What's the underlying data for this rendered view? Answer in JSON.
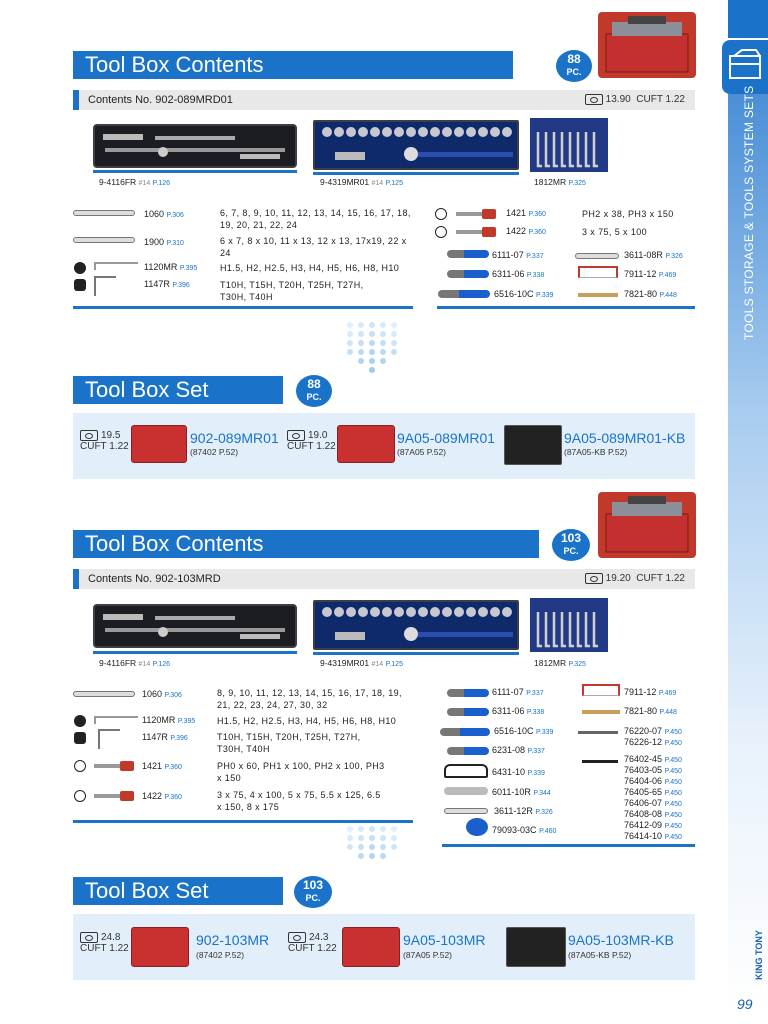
{
  "sidebar": {
    "text": "TOOLS STORAGE & TOOLS SYSTEM SETS",
    "brand": "KING TONY",
    "page": "99"
  },
  "sec1": {
    "title": "Tool Box Contents",
    "badge_num": "88",
    "badge_unit": "PC.",
    "contents_no": "Contents No. 902-089MRD01",
    "weight": "13.90",
    "cuft": "CUFT 1.22",
    "trays": [
      {
        "code": "9-4116FR",
        "n": "#14",
        "p": "P.126"
      },
      {
        "code": "9-4319MR01",
        "n": "#14",
        "p": "P.125"
      },
      {
        "code": "1812MR",
        "p": "P.325"
      }
    ],
    "left": [
      {
        "code": "1060",
        "p": "P.306",
        "spec": "6, 7, 8, 9, 10, 11, 12, 13, 14, 15, 16, 17, 18, 19, 20, 21, 22, 24"
      },
      {
        "code": "1900",
        "p": "P.310",
        "spec": "6 x 7, 8 x 10, 11 x 13, 12 x 13, 17x19, 22 x 24"
      },
      {
        "code": "1120MR",
        "p": "P.395",
        "spec": "H1.5, H2, H2.5, H3, H4, H5, H6, H8, H10"
      },
      {
        "code": "1147R",
        "p": "P.396",
        "spec": "T10H, T15H, T20H, T25H, T27H, T30H, T40H"
      }
    ],
    "right": [
      {
        "code": "1421",
        "p": "P.360",
        "spec": "PH2 x 38, PH3 x 150"
      },
      {
        "code": "1422",
        "p": "P.360",
        "spec": "3 x 75, 5 x 100"
      },
      {
        "code": "6111-07",
        "p": "P.337"
      },
      {
        "code": "6311-06",
        "p": "P.338"
      },
      {
        "code": "6516-10C",
        "p": "P.339"
      },
      {
        "code": "3611-08R",
        "p": "P.326"
      },
      {
        "code": "7911-12",
        "p": "P.469"
      },
      {
        "code": "7821-80",
        "p": "P.448"
      }
    ]
  },
  "set1": {
    "title": "Tool Box Set",
    "badge_num": "88",
    "badge_unit": "PC.",
    "items": [
      {
        "weight": "19.5",
        "cuft": "CUFT 1.22",
        "name": "902-089MR01",
        "ref": "(87402",
        "p": "P.52)"
      },
      {
        "weight": "19.0",
        "cuft": "CUFT 1.22",
        "name": "9A05-089MR01",
        "ref": "(87A05",
        "p": "P.52)"
      },
      {
        "name": "9A05-089MR01-KB",
        "ref": "(87A05-KB",
        "p": "P.52)"
      }
    ]
  },
  "sec2": {
    "title": "Tool Box Contents",
    "badge_num": "103",
    "badge_unit": "PC.",
    "contents_no": "Contents No. 902-103MRD",
    "weight": "19.20",
    "cuft": "CUFT 1.22",
    "trays": [
      {
        "code": "9-4116FR",
        "n": "#14",
        "p": "P.126"
      },
      {
        "code": "9-4319MR01",
        "n": "#14",
        "p": "P.125"
      },
      {
        "code": "1812MR",
        "p": "P.325"
      }
    ],
    "left": [
      {
        "code": "1060",
        "p": "P.306",
        "spec": "8, 9, 10, 11, 12, 13, 14, 15, 16, 17, 18, 19, 21, 22, 23, 24, 27, 30, 32"
      },
      {
        "code": "1120MR",
        "p": "P.395",
        "spec": "H1.5, H2, H2.5, H3, H4, H5, H6, H8, H10"
      },
      {
        "code": "1147R",
        "p": "P.396",
        "spec": "T10H, T15H, T20H, T25H, T27H, T30H, T40H"
      },
      {
        "code": "1421",
        "p": "P.360",
        "spec": "PH0 x 60, PH1 x 100, PH2 x 100, PH3 x 150"
      },
      {
        "code": "1422",
        "p": "P.360",
        "spec": "3 x 75, 4 x 100, 5 x 75, 5.5 x 125, 6.5 x 150, 8 x 175"
      }
    ],
    "mid": [
      {
        "code": "6111-07",
        "p": "P.337"
      },
      {
        "code": "6311-06",
        "p": "P.338"
      },
      {
        "code": "6516-10C",
        "p": "P.339"
      },
      {
        "code": "6231-08",
        "p": "P.337"
      },
      {
        "code": "6431-10",
        "p": "P.339"
      },
      {
        "code": "6011-10R",
        "p": "P.344"
      },
      {
        "code": "3611-12R",
        "p": "P.326"
      },
      {
        "code": "79093-03C",
        "p": "P.460"
      }
    ],
    "right": [
      {
        "code": "7911-12",
        "p": "P.469"
      },
      {
        "code": "7821-80",
        "p": "P.448"
      },
      {
        "code": "76220-07",
        "p": "P.450"
      },
      {
        "code": "76226-12",
        "p": "P.450"
      },
      {
        "code": "76402-45",
        "p": "P.450"
      },
      {
        "code": "76403-05",
        "p": "P.450"
      },
      {
        "code": "76404-06",
        "p": "P.450"
      },
      {
        "code": "76405-65",
        "p": "P.450"
      },
      {
        "code": "76406-07",
        "p": "P.450"
      },
      {
        "code": "76408-08",
        "p": "P.450"
      },
      {
        "code": "76412-09",
        "p": "P.450"
      },
      {
        "code": "76414-10",
        "p": "P.450"
      }
    ]
  },
  "set2": {
    "title": "Tool Box Set",
    "badge_num": "103",
    "badge_unit": "PC.",
    "items": [
      {
        "weight": "24.8",
        "cuft": "CUFT 1.22",
        "name": "902-103MR",
        "ref": "(87402",
        "p": "P.52)"
      },
      {
        "weight": "24.3",
        "cuft": "CUFT 1.22",
        "name": "9A05-103MR",
        "ref": "(87A05",
        "p": "P.52)"
      },
      {
        "name": "9A05-103MR-KB",
        "ref": "(87A05-KB",
        "p": "P.52)"
      }
    ]
  }
}
